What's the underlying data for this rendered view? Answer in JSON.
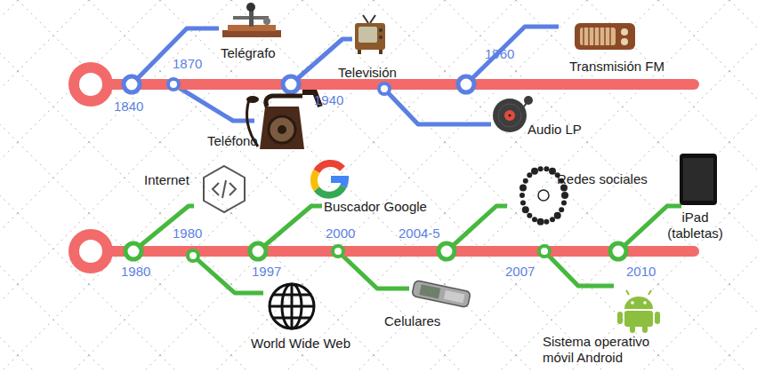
{
  "diagram": {
    "labels": [
      "Telégrafo",
      "1870",
      "Televisión",
      "1960",
      "Transmisión FM",
      "1840",
      "1940",
      "Teléfono",
      "Audio LP",
      "Internet",
      "Buscador Google",
      "Redes sociales",
      "iPad (tabletas)",
      "1980",
      "2000",
      "2004-5",
      "1980",
      "1997",
      "2007",
      "2010",
      "World Wide Web",
      "Celulares",
      "Sistema operativo móvil Android"
    ]
  }
}
